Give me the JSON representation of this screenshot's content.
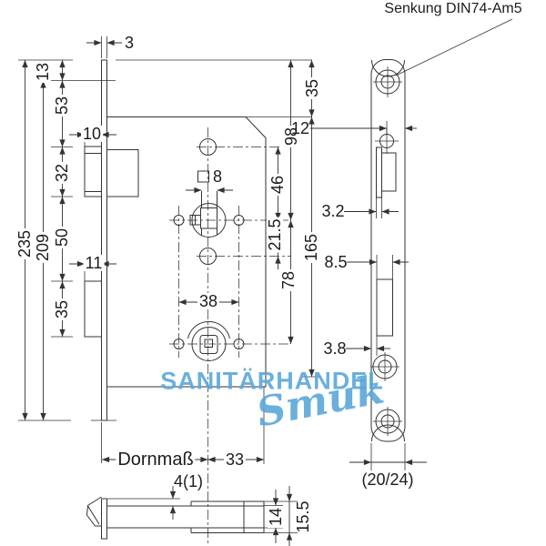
{
  "header": {
    "senkung_label": "Senkung DIN74-Am5"
  },
  "watermark": {
    "line1": "SANITÄRHANDEL",
    "line2": "Smuk",
    "color": "#5BA7DA"
  },
  "dimensions": {
    "faceplate_thickness": "3",
    "top_to_case": "13",
    "case_to_latch": "53",
    "latch_protrusion": "10",
    "latch_height": "32",
    "latch_to_bolt": "50",
    "bolt_protrusion": "11",
    "bolt_height": "35",
    "total_length": "235",
    "inner_length": "209",
    "spindle_square": "8",
    "hole_spacing": "38",
    "hole_to_spindle": "46",
    "spindle_to_hole": "21.5",
    "top_to_spindle": "98",
    "case_length": "165",
    "spindle_to_wc": "78",
    "top_to_case_right": "35",
    "hole_offset": "12",
    "slot_offset": "3.2",
    "cutout_width": "8.5",
    "cutout_offset": "3.8",
    "backset_label": "Dornmaß",
    "backset_to_edge": "33",
    "plate_offset": "4(1)",
    "case_thickness": "14",
    "total_thickness": "15.5",
    "plate_width": "(20/24)"
  }
}
